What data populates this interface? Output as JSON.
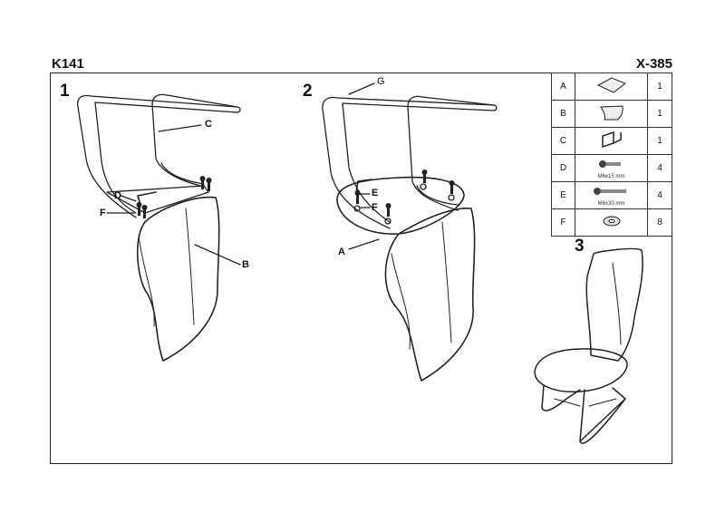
{
  "header": {
    "model": "K141",
    "code": "X-385"
  },
  "steps": [
    "1",
    "2",
    "3"
  ],
  "callouts": {
    "step1": [
      "C",
      "D",
      "F",
      "B"
    ],
    "step2": [
      "G",
      "E",
      "F",
      "A"
    ]
  },
  "parts": [
    {
      "letter": "A",
      "qty": "1",
      "icon": "seat-icon",
      "note": ""
    },
    {
      "letter": "B",
      "qty": "1",
      "icon": "backrest-icon",
      "note": ""
    },
    {
      "letter": "C",
      "qty": "1",
      "icon": "frame-icon",
      "note": ""
    },
    {
      "letter": "D",
      "qty": "4",
      "icon": "bolt-short-icon",
      "note": "M6x15 mm"
    },
    {
      "letter": "E",
      "qty": "4",
      "icon": "bolt-long-icon",
      "note": "M6x30 mm"
    },
    {
      "letter": "F",
      "qty": "8",
      "icon": "washer-icon",
      "note": ""
    }
  ]
}
